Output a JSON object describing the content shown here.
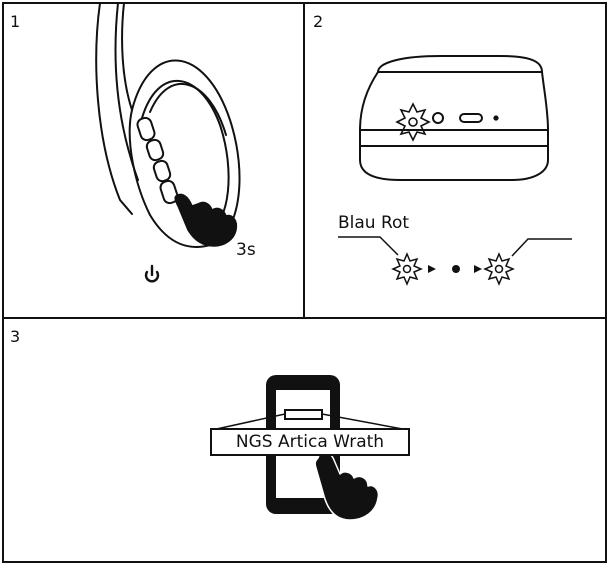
{
  "panels": [
    {
      "number": "1",
      "duration": "3s"
    },
    {
      "number": "2",
      "led_label": "Blau Rot"
    },
    {
      "number": "3",
      "device_name": "NGS Artica Wrath"
    }
  ],
  "icons": {
    "power": "power-icon",
    "led": "led-flash-icon",
    "hand": "pointing-hand-icon",
    "phone": "smartphone-icon",
    "headphone": "headphone-icon"
  },
  "colors": {
    "ink": "#111111",
    "background": "#ffffff"
  }
}
